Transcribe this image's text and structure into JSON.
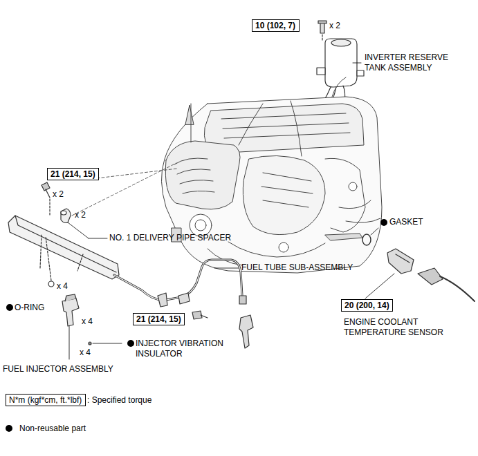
{
  "diagram": {
    "nodes": [
      {
        "text": [
          "10 (102, 7)"
        ]
      },
      {
        "text": [
          "21 (214, 15)"
        ]
      },
      {
        "text": [
          "20 (200, 14)"
        ]
      },
      {
        "text": [
          "21 (214, 15)"
        ]
      },
      {
        "text": [
          "N*m (kgf*cm, ft.*lbf)"
        ]
      }
    ],
    "labels": [
      "x 2",
      "INVERTER RESERVE TANK ASSEMBLY",
      "x 2",
      "x 2",
      "NO. 1 DELIVERY PIPE SPACER",
      "GASKET",
      "FUEL TUBE SUB-ASSEMBLY",
      "x 4",
      "O-RING",
      "x 4",
      "ENGINE COOLANT TEMPERATURE SENSOR",
      "x 4",
      "INJECTOR VIBRATION INSULATOR",
      "FUEL INJECTOR ASSEMBLY",
      ": Specified torque"
    ],
    "legend": [
      {
        "text": "Non-reusable part"
      }
    ]
  }
}
